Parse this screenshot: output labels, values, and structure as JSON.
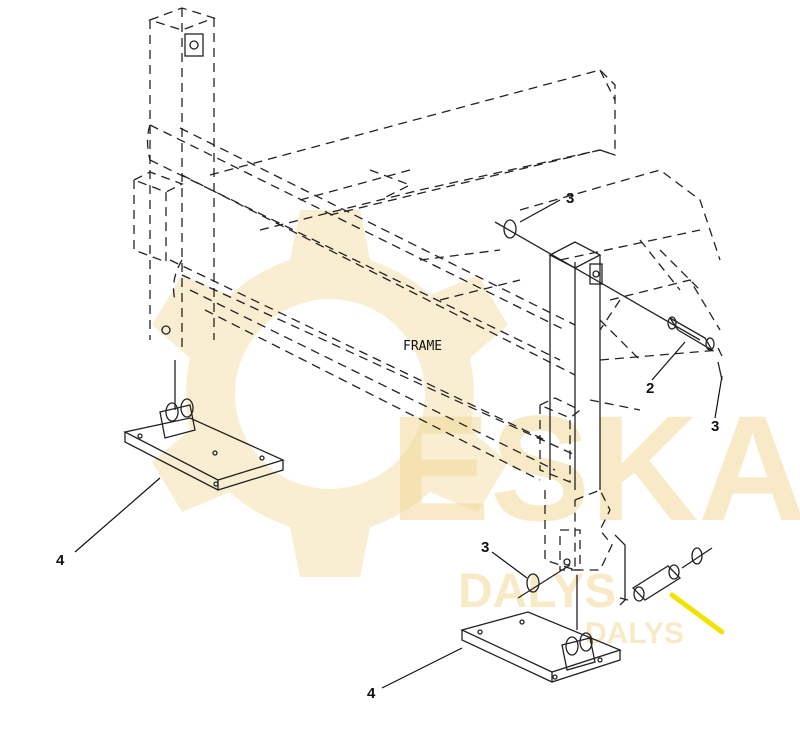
{
  "diagram": {
    "frame_label": "FRAME",
    "callouts": [
      {
        "id": "label-3-top",
        "text": "3"
      },
      {
        "id": "label-2",
        "text": "2"
      },
      {
        "id": "label-3-right",
        "text": "3"
      },
      {
        "id": "label-4-left",
        "text": "4"
      },
      {
        "id": "label-3-bottom",
        "text": "3"
      },
      {
        "id": "label-4-bottom",
        "text": "4"
      }
    ]
  },
  "watermark": {
    "brand": "ESKA",
    "sub_1": "DALYS",
    "sub_2": "DALYS",
    "color": "#f3d99a"
  },
  "colors": {
    "line": "#222222",
    "highlight": "#f2e200",
    "plate_fill": "#f6edd4"
  }
}
